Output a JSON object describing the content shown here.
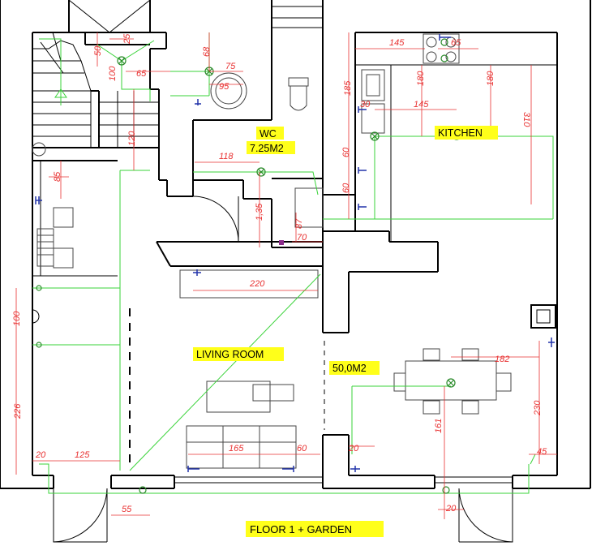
{
  "rooms": {
    "wc_name": "WC",
    "wc_area": "7.25M2",
    "kitchen": "KITCHEN",
    "living": "LIVING ROOM",
    "living_area": "50,0M2"
  },
  "footer": "FLOOR 1 + GARDEN",
  "dims": {
    "d50": "50",
    "d25": "25",
    "d68": "68",
    "d75": "75",
    "d100": "100",
    "d65a": "65",
    "d95": "95",
    "d120": "120",
    "d118": "118",
    "d85": "85",
    "d135": "1,35",
    "d87": "87",
    "d70": "70",
    "d220": "220",
    "d100b": "100",
    "d226": "226",
    "d20a": "20",
    "d125": "125",
    "d165": "165",
    "d60a": "60",
    "d20b": "20",
    "d55": "55",
    "d145a": "145",
    "d65b": "65",
    "d185": "185",
    "d180a": "180",
    "d180b": "180",
    "d30": "30",
    "d145b": "145",
    "d310": "310",
    "d60b": "60",
    "d60c": "60",
    "d182": "182",
    "d230": "230",
    "d161": "161",
    "d45": "45",
    "d20c": "20"
  },
  "colors": {
    "wire": "#3ad33a",
    "dimension": "#e83030",
    "label_highlight": "#ffff1a",
    "walls": "#000000"
  }
}
